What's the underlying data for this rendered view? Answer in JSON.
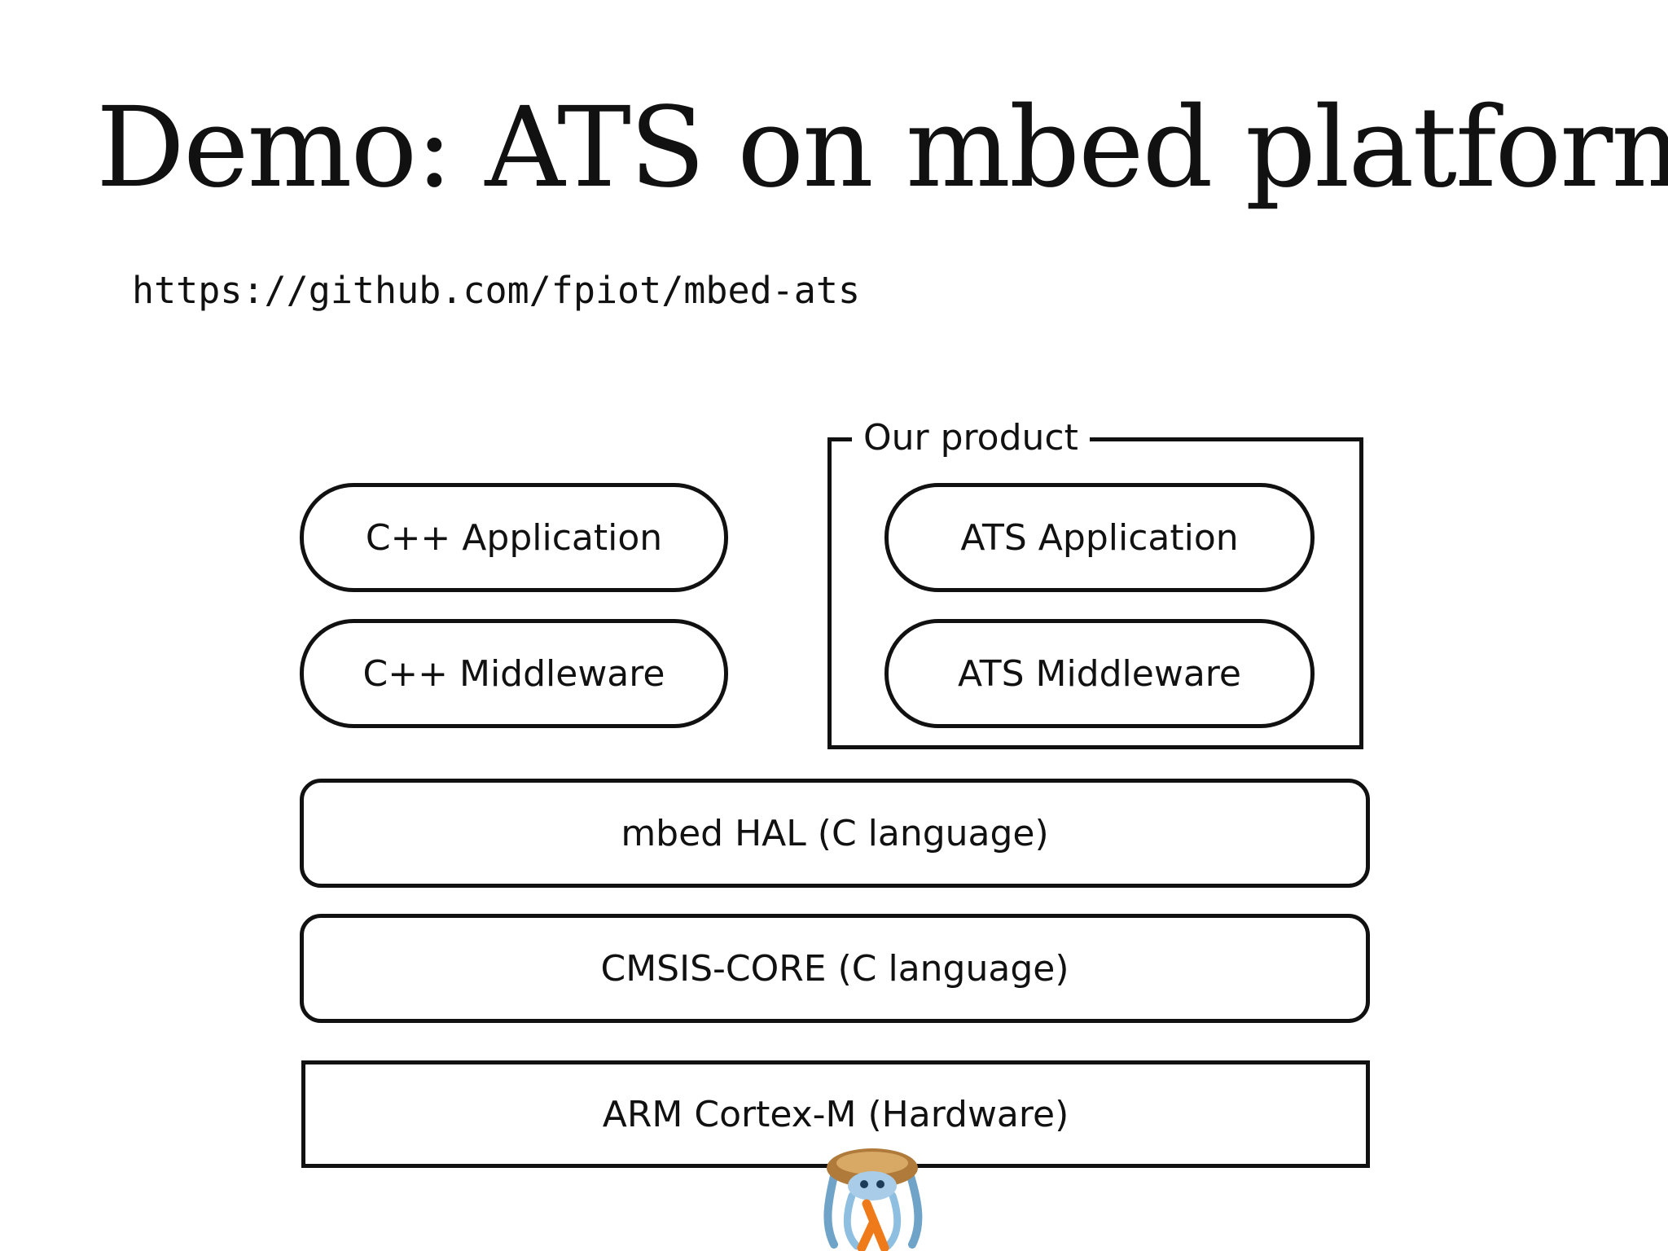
{
  "slide": {
    "title": "Demo: ATS on mbed platform",
    "url": "https://github.com/fpiot/mbed-ats"
  },
  "diagram": {
    "group_label": "Our product",
    "layers": {
      "cpp_application": "C++ Application",
      "cpp_middleware": "C++ Middleware",
      "ats_application": "ATS Application",
      "ats_middleware": "ATS Middleware",
      "mbed_hal": "mbed HAL (C language)",
      "cmsis_core": "CMSIS-CORE (C language)",
      "arm_cortex": "ARM Cortex-M (Hardware)"
    }
  },
  "logo": {
    "icon": "ats-mascot-icon"
  }
}
